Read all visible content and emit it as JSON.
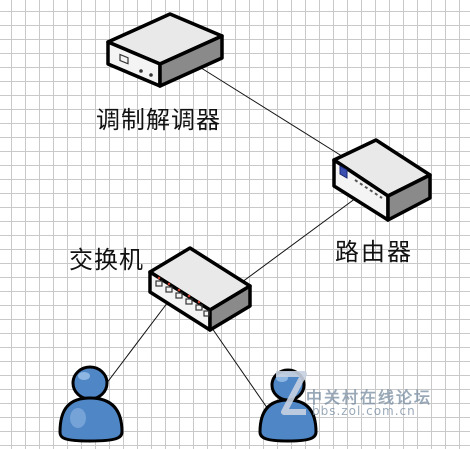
{
  "nodes": {
    "modem": {
      "label": "调制解调器"
    },
    "router": {
      "label": "路由器"
    },
    "switch": {
      "label": "交换机"
    }
  },
  "watermark": {
    "site_cn": "中关村在线论坛",
    "site_url": "bbs.zol.com.cn"
  },
  "colors": {
    "grid": "#c9c9c9",
    "device_outline": "#000000",
    "user_blue": "#4f86c6",
    "router_indicator": "#3a4fb0",
    "switch_port_led": "#c0392b"
  }
}
